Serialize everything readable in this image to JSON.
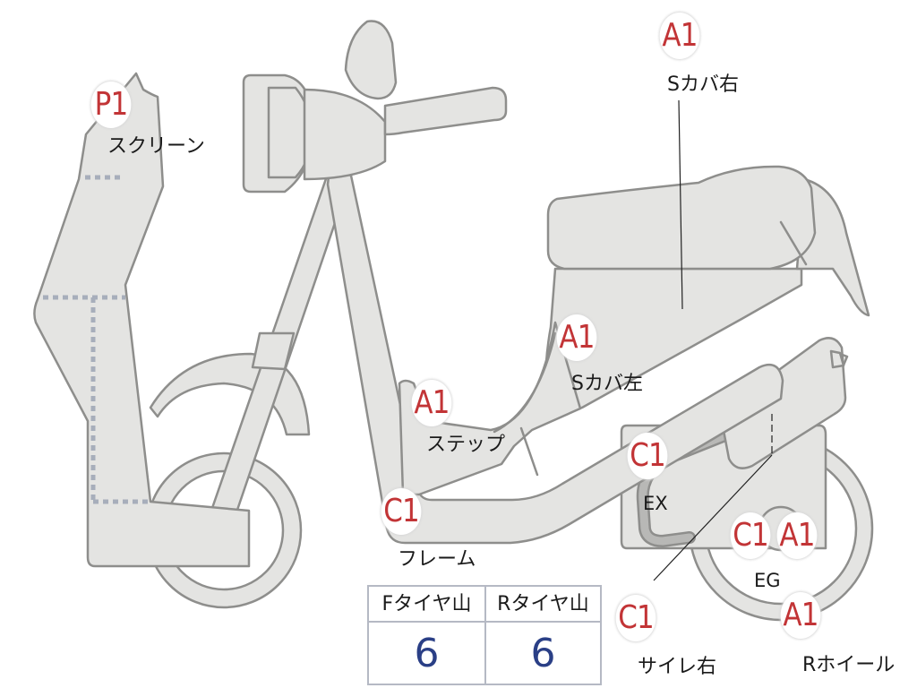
{
  "marks": [
    {
      "id": "screen",
      "grade": "P1",
      "part": "スクリーン"
    },
    {
      "id": "scover-right",
      "grade": "A1",
      "part": "Sカバ右"
    },
    {
      "id": "scover-left",
      "grade": "A1",
      "part": "Sカバ左"
    },
    {
      "id": "step",
      "grade": "A1",
      "part": "ステップ"
    },
    {
      "id": "frame",
      "grade": "C1",
      "part": "フレーム"
    },
    {
      "id": "exhaust",
      "grade": "C1",
      "part": "EX"
    },
    {
      "id": "engine",
      "grade_c": "C1",
      "grade_a": "A1",
      "part": "EG"
    },
    {
      "id": "muffler-right",
      "grade": "C1",
      "part": "サイレ右"
    },
    {
      "id": "rear-wheel",
      "grade": "A1",
      "part": "Rホイール"
    }
  ],
  "tire_table": {
    "headers": [
      "Fタイヤ山",
      "Rタイヤ山"
    ],
    "values": [
      "6",
      "6"
    ]
  },
  "colors": {
    "grade_text": "#c23436",
    "tire_value": "#2a3f86",
    "body_fill": "#e4e4e2",
    "outline": "#8e8e8c",
    "dashed_marking": "#a7aebb"
  }
}
